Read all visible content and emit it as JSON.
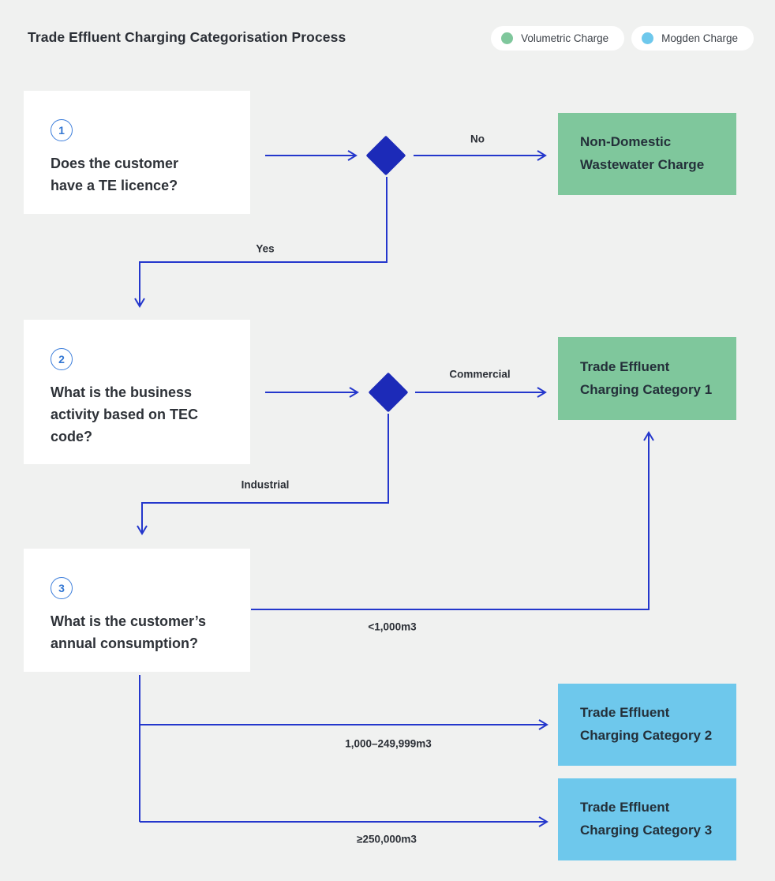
{
  "title": "Trade Effluent Charging Categorisation Process",
  "legend": {
    "items": [
      {
        "label": "Volumetric Charge",
        "color": "#7fc79c"
      },
      {
        "label": "Mogden Charge",
        "color": "#6ec8ec"
      }
    ]
  },
  "steps": [
    {
      "number": "1",
      "question": "Does the customer have a TE licence?"
    },
    {
      "number": "2",
      "question": "What is the business activity based on TEC code?"
    },
    {
      "number": "3",
      "question": "What is the customer’s annual consumption?"
    }
  ],
  "outcomes": [
    {
      "label": "Non-Domestic Wastewater Charge",
      "charge_type": "Volumetric Charge"
    },
    {
      "label": "Trade Effluent Charging Category 1",
      "charge_type": "Volumetric Charge"
    },
    {
      "label": "Trade Effluent Charging Category 2",
      "charge_type": "Mogden Charge"
    },
    {
      "label": "Trade Effluent Charging Category 3",
      "charge_type": "Mogden Charge"
    }
  ],
  "edge_labels": {
    "no": "No",
    "yes": "Yes",
    "commercial": "Commercial",
    "industrial": "Industrial",
    "under_1000": "<1,000m3",
    "mid_range": "1,000–249,999m3",
    "over_250k": "≥250,000m3"
  },
  "colors": {
    "background": "#f0f1f0",
    "card": "#ffffff",
    "volumetric": "#7fc79c",
    "mogden": "#6ec8ec",
    "diamond": "#1c2ab8",
    "connector": "#2437cc",
    "text-dark": "#2b2f36",
    "step-accent": "#3d7edb"
  }
}
